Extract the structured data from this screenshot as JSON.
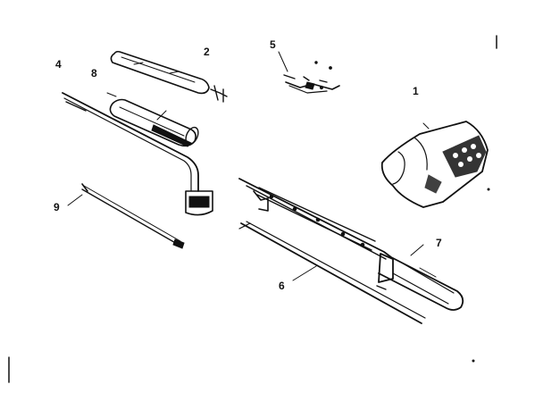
{
  "callouts": {
    "c1": "1",
    "c2": "2",
    "c4": "4",
    "c5": "5",
    "c6": "6",
    "c7": "7",
    "c8": "8",
    "c9": "9"
  }
}
